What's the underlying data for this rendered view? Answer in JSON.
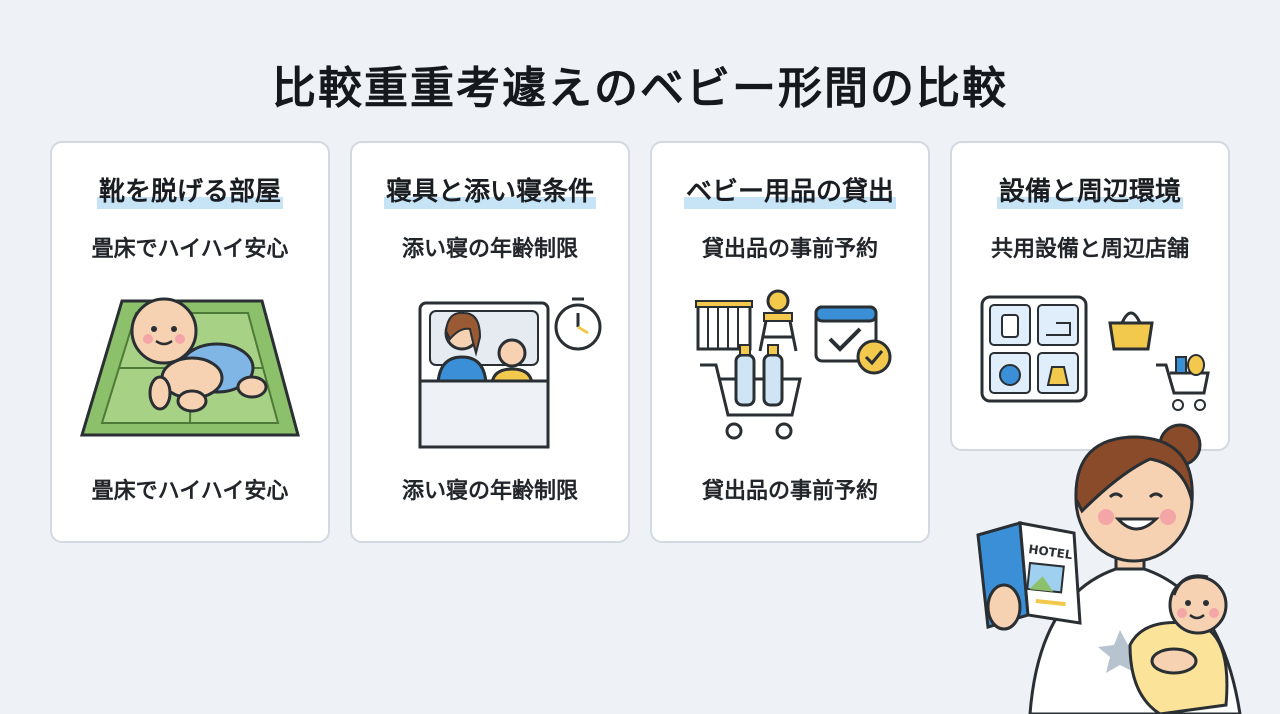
{
  "title": "比較重重考遽えのベビー形間の比較",
  "cards": [
    {
      "heading": "靴を脱げる部屋",
      "subtitle": "畳床でハイハイ安心",
      "footer": "畳床でハイハイ安心"
    },
    {
      "heading": "寝具と添い寝条件",
      "subtitle": "添い寝の年齢制限",
      "footer": "添い寝の年齢制限"
    },
    {
      "heading": "ベビー用品の貸出",
      "subtitle": "貸出品の事前予約",
      "footer": "貸出品の事前予約"
    },
    {
      "heading": "設備と周辺環境",
      "subtitle": "共用設備と周辺店舗"
    }
  ],
  "brochure_label": "HOTEL",
  "colors": {
    "background": "#eef2f7",
    "highlight": "#c7e3f6",
    "accent_blue": "#3b8fd6",
    "accent_yellow": "#f2c94c",
    "tatami_green": "#8cc06a"
  }
}
